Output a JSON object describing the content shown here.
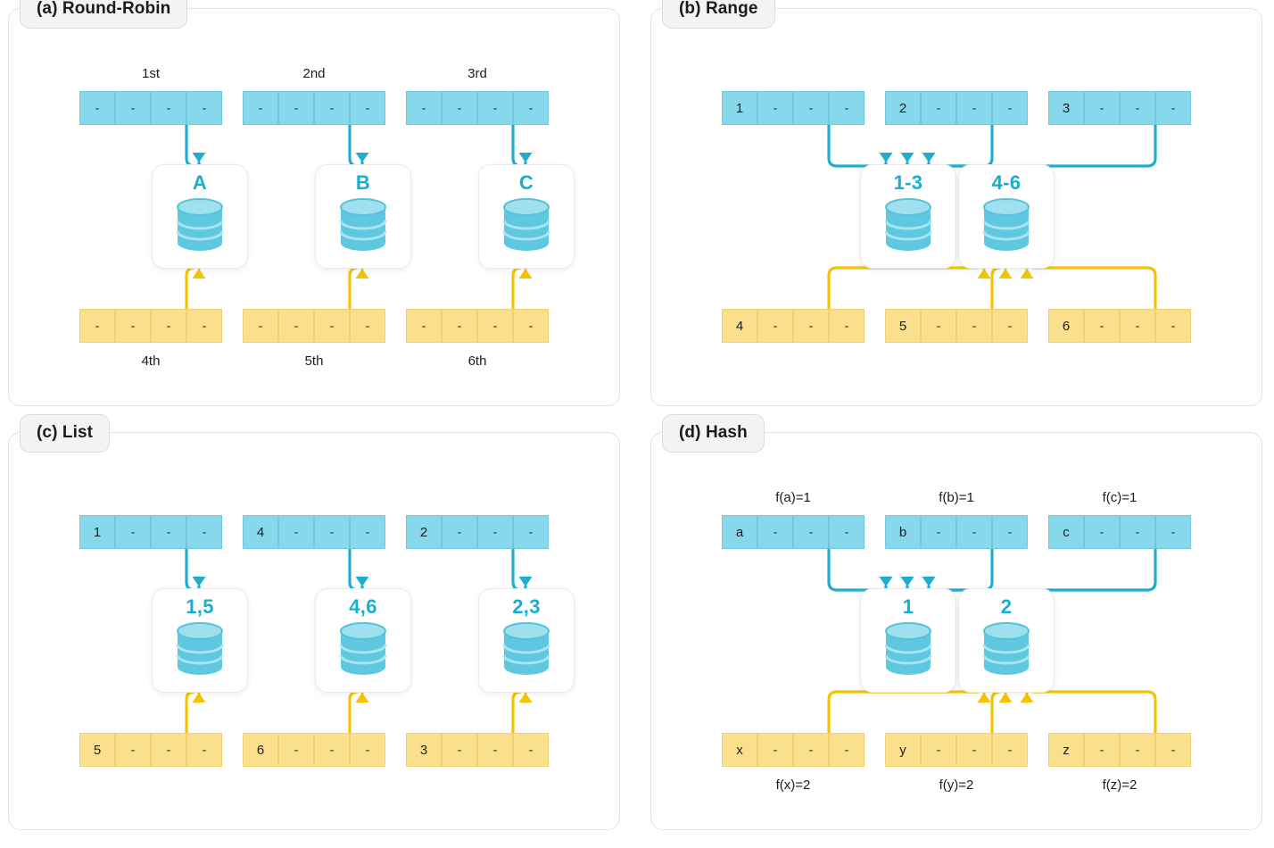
{
  "figure": {
    "kind": "data-partitioning-strategies-diagram",
    "colors": {
      "blue_cell_fill": "#87d8ea",
      "blue_cell_border": "#6cc9de",
      "yellow_cell_fill": "#fae08c",
      "yellow_cell_border": "#f0d070",
      "blue_arrow": "#21AECE",
      "yellow_arrow": "#F5C400",
      "node_title": "#17aed0",
      "panel_border": "#e3e3e3",
      "badge_fill": "#f3f3f3"
    },
    "icons": {
      "database": "database-cylinder-icon"
    }
  },
  "panels": [
    {
      "id": "a",
      "title": "(a) Round-Robin",
      "top_labels": [
        "1st",
        "2nd",
        "3rd"
      ],
      "top_arrays": [
        [
          "-",
          "-",
          "-",
          "-"
        ],
        [
          "-",
          "-",
          "-",
          "-"
        ],
        [
          "-",
          "-",
          "-",
          "-"
        ]
      ],
      "nodes": [
        {
          "title": "A"
        },
        {
          "title": "B"
        },
        {
          "title": "C"
        }
      ],
      "bottom_arrays": [
        [
          "-",
          "-",
          "-",
          "-"
        ],
        [
          "-",
          "-",
          "-",
          "-"
        ],
        [
          "-",
          "-",
          "-",
          "-"
        ]
      ],
      "bottom_labels": [
        "4th",
        "5th",
        "6th"
      ]
    },
    {
      "id": "b",
      "title": "(b) Range",
      "top_labels": [
        "",
        "",
        ""
      ],
      "top_arrays": [
        [
          "1",
          "-",
          "-",
          "-"
        ],
        [
          "2",
          "-",
          "-",
          "-"
        ],
        [
          "3",
          "-",
          "-",
          "-"
        ]
      ],
      "nodes": [
        {
          "title": "1-3"
        },
        {
          "title": "4-6"
        }
      ],
      "bottom_arrays": [
        [
          "4",
          "-",
          "-",
          "-"
        ],
        [
          "5",
          "-",
          "-",
          "-"
        ],
        [
          "6",
          "-",
          "-",
          "-"
        ]
      ],
      "bottom_labels": [
        "",
        "",
        ""
      ]
    },
    {
      "id": "c",
      "title": "(c) List",
      "top_labels": [
        "",
        "",
        ""
      ],
      "top_arrays": [
        [
          "1",
          "-",
          "-",
          "-"
        ],
        [
          "4",
          "-",
          "-",
          "-"
        ],
        [
          "2",
          "-",
          "-",
          "-"
        ]
      ],
      "nodes": [
        {
          "title": "1,5"
        },
        {
          "title": "4,6"
        },
        {
          "title": "2,3"
        }
      ],
      "bottom_arrays": [
        [
          "5",
          "-",
          "-",
          "-"
        ],
        [
          "6",
          "-",
          "-",
          "-"
        ],
        [
          "3",
          "-",
          "-",
          "-"
        ]
      ],
      "bottom_labels": [
        "",
        "",
        ""
      ]
    },
    {
      "id": "d",
      "title": "(d) Hash",
      "top_labels": [
        "f(a)=1",
        "f(b)=1",
        "f(c)=1"
      ],
      "top_arrays": [
        [
          "a",
          "-",
          "-",
          "-"
        ],
        [
          "b",
          "-",
          "-",
          "-"
        ],
        [
          "c",
          "-",
          "-",
          "-"
        ]
      ],
      "nodes": [
        {
          "title": "1"
        },
        {
          "title": "2"
        }
      ],
      "bottom_arrays": [
        [
          "x",
          "-",
          "-",
          "-"
        ],
        [
          "y",
          "-",
          "-",
          "-"
        ],
        [
          "z",
          "-",
          "-",
          "-"
        ]
      ],
      "bottom_labels": [
        "f(x)=2",
        "f(y)=2",
        "f(z)=2"
      ]
    }
  ]
}
